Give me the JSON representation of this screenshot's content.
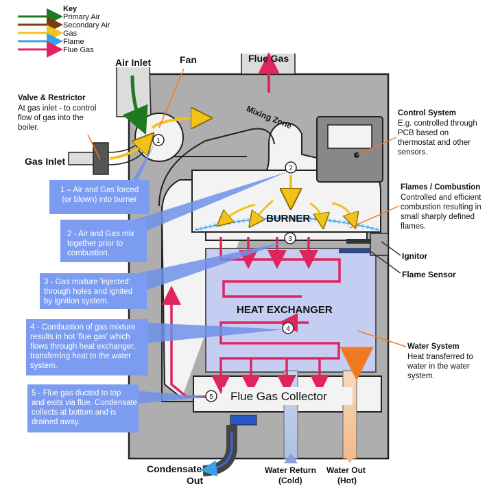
{
  "key": {
    "title": "Key",
    "items": [
      {
        "label": "Primary Air",
        "color": "#1e7a1e"
      },
      {
        "label": "Secondary Air",
        "color": "#7a3b10"
      },
      {
        "label": "Gas",
        "color": "#f2c21a"
      },
      {
        "label": "Flame",
        "color": "#3aa0e8"
      },
      {
        "label": "Flue Gas",
        "color": "#e0245e"
      }
    ]
  },
  "labels": {
    "air_inlet": "Air Inlet",
    "fan": "Fan",
    "flue_gas_top": "Flue Gas",
    "gas_inlet": "Gas Inlet",
    "mixing_zone": "Mixing Zone",
    "burner": "BURNER",
    "heat_exchanger": "HEAT EXCHANGER",
    "flue_gas_collector": "Flue Gas Collector",
    "condensate_l1": "Condensate",
    "condensate_l2": "Out",
    "water_return_l1": "Water Return",
    "water_return_l2": "(Cold)",
    "water_out_l1": "Water Out",
    "water_out_l2": "(Hot)",
    "ignitor": "Ignitor",
    "flame_sensor": "Flame Sensor"
  },
  "annotations": {
    "valve": {
      "title": "Valve & Restrictor",
      "lines": [
        "At gas inlet - to control",
        "flow of gas into the",
        "boiler."
      ]
    },
    "control": {
      "title": "Control System",
      "lines": [
        "E.g. controlled through",
        "PCB based on",
        "thermostat and other",
        "sensors."
      ]
    },
    "flames": {
      "title": "Flames / Combustion",
      "lines": [
        "Controlled and efficient",
        "combustion resulting in",
        "small sharply defined",
        "flames."
      ]
    },
    "water": {
      "title": "Water System",
      "lines": [
        "Heat transferred to",
        "water in the water",
        "system."
      ]
    }
  },
  "steps": [
    {
      "num": "1",
      "lines": [
        "1 – Air and Gas forced",
        "(or blown) into burner"
      ]
    },
    {
      "num": "2",
      "lines": [
        "2 - Air and Gas mix",
        "together prior to",
        "combustion."
      ]
    },
    {
      "num": "3",
      "lines": [
        "3 - Gas mixture 'injected'",
        "through holes and ignited",
        "by ignition system."
      ]
    },
    {
      "num": "4",
      "lines": [
        "4 - Combustion of gas mixture",
        "results in hot 'flue gas' which",
        "flows through heat exchanger,",
        "transferring heat to the water",
        "system."
      ]
    },
    {
      "num": "5",
      "lines": [
        "5 - Flue gas ducted to top",
        "and exits via flue. Condensate",
        "collects at bottom and is",
        "drained away."
      ]
    }
  ]
}
